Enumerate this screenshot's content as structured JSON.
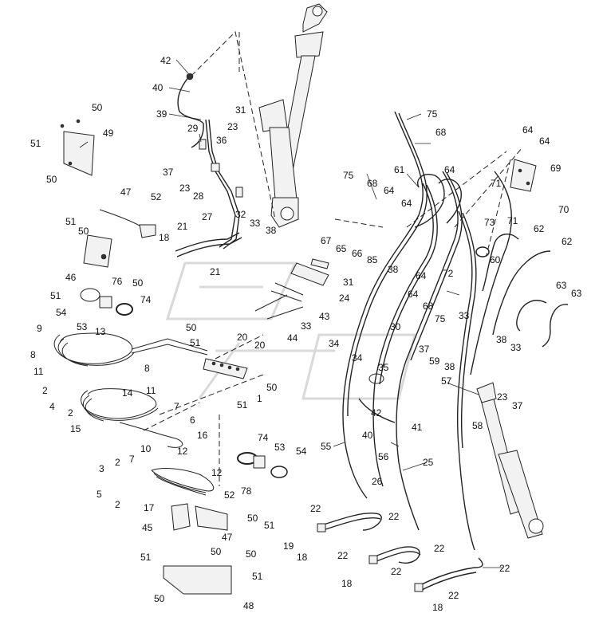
{
  "callouts": [
    {
      "id": "c42a",
      "text": "42"
    },
    {
      "id": "c40a",
      "text": "40"
    },
    {
      "id": "c39",
      "text": "39"
    },
    {
      "id": "c29",
      "text": "29"
    },
    {
      "id": "c31a",
      "text": "31"
    },
    {
      "id": "c23a",
      "text": "23"
    },
    {
      "id": "c36",
      "text": "36"
    },
    {
      "id": "c37a",
      "text": "37"
    },
    {
      "id": "c23b",
      "text": "23"
    },
    {
      "id": "c28",
      "text": "28"
    },
    {
      "id": "c27",
      "text": "27"
    },
    {
      "id": "c32",
      "text": "32"
    },
    {
      "id": "c33a",
      "text": "33"
    },
    {
      "id": "c38a",
      "text": "38"
    },
    {
      "id": "c50a",
      "text": "50"
    },
    {
      "id": "c51a",
      "text": "51"
    },
    {
      "id": "c49",
      "text": "49"
    },
    {
      "id": "c50b",
      "text": "50"
    },
    {
      "id": "c47a",
      "text": "47"
    },
    {
      "id": "c52a",
      "text": "52"
    },
    {
      "id": "c51b",
      "text": "51"
    },
    {
      "id": "c50c",
      "text": "50"
    },
    {
      "id": "c21a",
      "text": "21"
    },
    {
      "id": "c18a",
      "text": "18"
    },
    {
      "id": "c21b",
      "text": "21"
    },
    {
      "id": "c46",
      "text": "46"
    },
    {
      "id": "c76",
      "text": "76"
    },
    {
      "id": "c51c",
      "text": "51"
    },
    {
      "id": "c50d",
      "text": "50"
    },
    {
      "id": "c54a",
      "text": "54"
    },
    {
      "id": "c74a",
      "text": "74"
    },
    {
      "id": "c53a",
      "text": "53"
    },
    {
      "id": "c9",
      "text": "9"
    },
    {
      "id": "c13",
      "text": "13"
    },
    {
      "id": "c8a",
      "text": "8"
    },
    {
      "id": "c11a",
      "text": "11"
    },
    {
      "id": "c8b",
      "text": "8"
    },
    {
      "id": "c50e",
      "text": "50"
    },
    {
      "id": "c51d",
      "text": "51"
    },
    {
      "id": "c20a",
      "text": "20"
    },
    {
      "id": "c20b",
      "text": "20"
    },
    {
      "id": "c50f",
      "text": "50"
    },
    {
      "id": "c51e",
      "text": "51"
    },
    {
      "id": "c1",
      "text": "1"
    },
    {
      "id": "c2a",
      "text": "2"
    },
    {
      "id": "c4",
      "text": "4"
    },
    {
      "id": "c2b",
      "text": "2"
    },
    {
      "id": "c14",
      "text": "14"
    },
    {
      "id": "c11b",
      "text": "11"
    },
    {
      "id": "c7a",
      "text": "7"
    },
    {
      "id": "c15",
      "text": "15"
    },
    {
      "id": "c6",
      "text": "6"
    },
    {
      "id": "c16",
      "text": "16"
    },
    {
      "id": "c3",
      "text": "3"
    },
    {
      "id": "c2c",
      "text": "2"
    },
    {
      "id": "c10",
      "text": "10"
    },
    {
      "id": "c7b",
      "text": "7"
    },
    {
      "id": "c12a",
      "text": "12"
    },
    {
      "id": "c12b",
      "text": "12"
    },
    {
      "id": "c5",
      "text": "5"
    },
    {
      "id": "c2d",
      "text": "2"
    },
    {
      "id": "c17",
      "text": "17"
    },
    {
      "id": "c74b",
      "text": "74"
    },
    {
      "id": "c53b",
      "text": "53"
    },
    {
      "id": "c54b",
      "text": "54"
    },
    {
      "id": "c78",
      "text": "78"
    },
    {
      "id": "c52b",
      "text": "52"
    },
    {
      "id": "c45",
      "text": "45"
    },
    {
      "id": "c47b",
      "text": "47"
    },
    {
      "id": "c50g",
      "text": "50"
    },
    {
      "id": "c51f",
      "text": "51"
    },
    {
      "id": "c51g",
      "text": "51"
    },
    {
      "id": "c50h",
      "text": "50"
    },
    {
      "id": "c50i",
      "text": "50"
    },
    {
      "id": "c51h",
      "text": "51"
    },
    {
      "id": "c50j",
      "text": "50"
    },
    {
      "id": "c48",
      "text": "48"
    },
    {
      "id": "c31b",
      "text": "31"
    },
    {
      "id": "c24",
      "text": "24"
    },
    {
      "id": "c43",
      "text": "43"
    },
    {
      "id": "c33b",
      "text": "33"
    },
    {
      "id": "c44",
      "text": "44"
    },
    {
      "id": "c75a",
      "text": "75"
    },
    {
      "id": "c68a",
      "text": "68"
    },
    {
      "id": "c75b",
      "text": "75"
    },
    {
      "id": "c68b",
      "text": "68"
    },
    {
      "id": "c61",
      "text": "61"
    },
    {
      "id": "c64a",
      "text": "64"
    },
    {
      "id": "c64b",
      "text": "64"
    },
    {
      "id": "c64c",
      "text": "64"
    },
    {
      "id": "c64d",
      "text": "64"
    },
    {
      "id": "c64e",
      "text": "64"
    },
    {
      "id": "c69",
      "text": "69"
    },
    {
      "id": "c71a",
      "text": "71"
    },
    {
      "id": "c71b",
      "text": "71"
    },
    {
      "id": "c70",
      "text": "70"
    },
    {
      "id": "c67",
      "text": "67"
    },
    {
      "id": "c65",
      "text": "65"
    },
    {
      "id": "c66",
      "text": "66"
    },
    {
      "id": "c85",
      "text": "85"
    },
    {
      "id": "c38b",
      "text": "38"
    },
    {
      "id": "c64f",
      "text": "64"
    },
    {
      "id": "c72",
      "text": "72"
    },
    {
      "id": "c73",
      "text": "73"
    },
    {
      "id": "c60",
      "text": "60"
    },
    {
      "id": "c62a",
      "text": "62"
    },
    {
      "id": "c62b",
      "text": "62"
    },
    {
      "id": "c63a",
      "text": "63"
    },
    {
      "id": "c63b",
      "text": "63"
    },
    {
      "id": "c64g",
      "text": "64"
    },
    {
      "id": "c68c",
      "text": "68"
    },
    {
      "id": "c75c",
      "text": "75"
    },
    {
      "id": "c33c",
      "text": "33"
    },
    {
      "id": "c30",
      "text": "30"
    },
    {
      "id": "c34a",
      "text": "34"
    },
    {
      "id": "c34b",
      "text": "34"
    },
    {
      "id": "c37b",
      "text": "37"
    },
    {
      "id": "c59",
      "text": "59"
    },
    {
      "id": "c38c",
      "text": "38"
    },
    {
      "id": "c38d",
      "text": "38"
    },
    {
      "id": "c33d",
      "text": "33"
    },
    {
      "id": "c57",
      "text": "57"
    },
    {
      "id": "c23c",
      "text": "23"
    },
    {
      "id": "c37c",
      "text": "37"
    },
    {
      "id": "c35",
      "text": "35"
    },
    {
      "id": "c42b",
      "text": "42"
    },
    {
      "id": "c58",
      "text": "58"
    },
    {
      "id": "c40b",
      "text": "40"
    },
    {
      "id": "c41",
      "text": "41"
    },
    {
      "id": "c55",
      "text": "55"
    },
    {
      "id": "c56",
      "text": "56"
    },
    {
      "id": "c25",
      "text": "25"
    },
    {
      "id": "c26",
      "text": "26"
    },
    {
      "id": "c22a",
      "text": "22"
    },
    {
      "id": "c22b",
      "text": "22"
    },
    {
      "id": "c19",
      "text": "19"
    },
    {
      "id": "c18b",
      "text": "18"
    },
    {
      "id": "c22c",
      "text": "22"
    },
    {
      "id": "c22d",
      "text": "22"
    },
    {
      "id": "c18c",
      "text": "18"
    },
    {
      "id": "c22e",
      "text": "22"
    },
    {
      "id": "c22f",
      "text": "22"
    },
    {
      "id": "c22g",
      "text": "22"
    },
    {
      "id": "c18d",
      "text": "18"
    }
  ]
}
